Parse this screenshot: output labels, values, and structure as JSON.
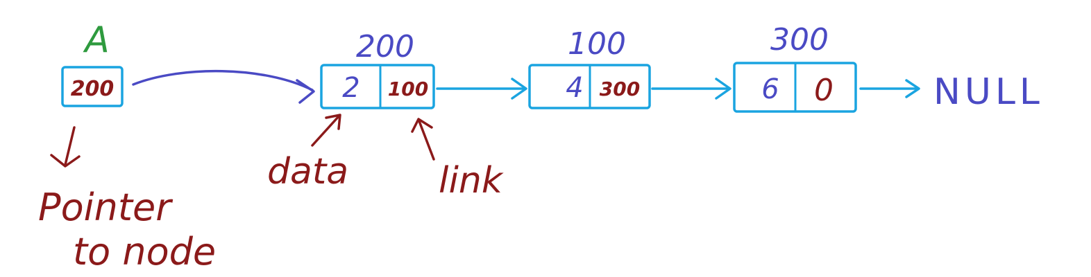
{
  "pointer": {
    "name": "A",
    "value": "200",
    "caption_line1": "Pointer",
    "caption_line2": "to node"
  },
  "nodes": [
    {
      "address": "200",
      "data": "2",
      "link": "100"
    },
    {
      "address": "100",
      "data": "4",
      "link": "300"
    },
    {
      "address": "300",
      "data": "6",
      "link": "0"
    }
  ],
  "terminal": "NULL",
  "annotations": {
    "data_label": "data",
    "link_label": "link"
  },
  "colors": {
    "box_stroke": "#1aa4e0",
    "address_label": "#4a4ac4",
    "pointer_name": "#2e9a3e",
    "values": "#8b1a1a",
    "data_values": "#4a4ac4"
  }
}
